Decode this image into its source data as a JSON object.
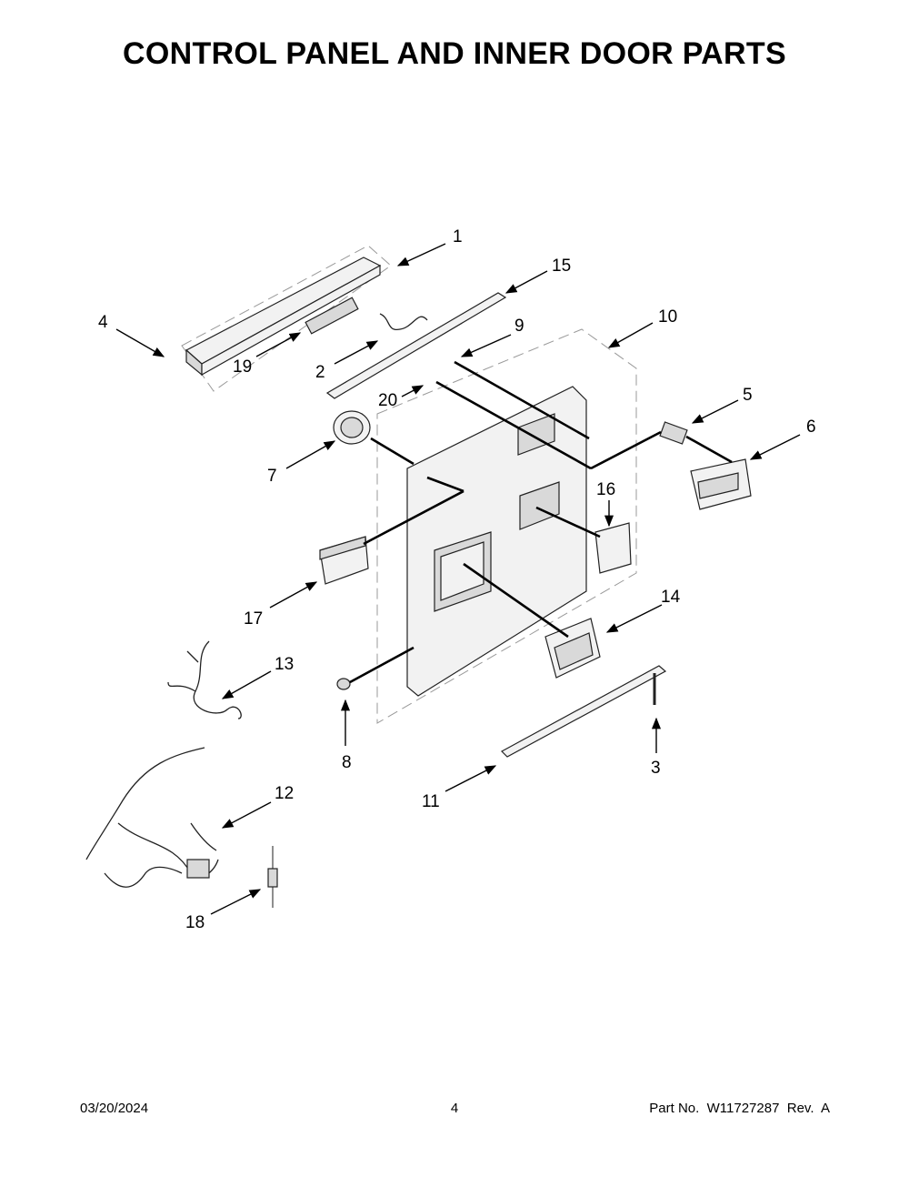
{
  "header": {
    "title": "CONTROL PANEL AND INNER DOOR PARTS"
  },
  "callouts": [
    "1",
    "2",
    "3",
    "4",
    "5",
    "6",
    "7",
    "8",
    "9",
    "10",
    "11",
    "12",
    "13",
    "14",
    "15",
    "16",
    "17",
    "18",
    "19",
    "20"
  ],
  "footer": {
    "date": "03/20/2024",
    "page": "4",
    "part_no": "Part No.  W11727287  Rev.  A"
  }
}
